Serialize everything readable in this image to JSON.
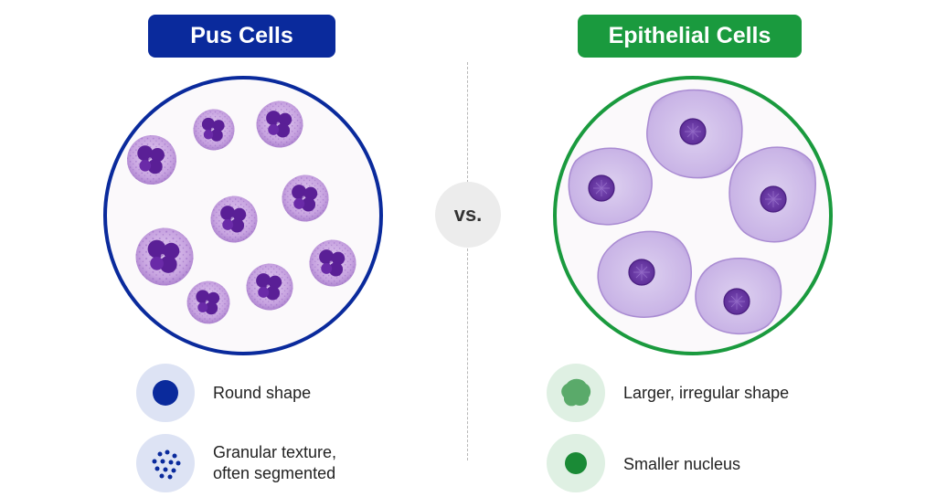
{
  "pus": {
    "title": "Pus Cells",
    "color": "#0a2a9c",
    "features": [
      {
        "icon": "solid-round-dot-icon",
        "label": "Round shape"
      },
      {
        "icon": "granular-dots-icon",
        "label_line1": "Granular texture,",
        "label_line2": "often segmented"
      }
    ]
  },
  "divider": {
    "vs_label": "vs."
  },
  "epithelial": {
    "title": "Epithelial Cells",
    "color": "#1a9a3e",
    "features": [
      {
        "icon": "irregular-blob-icon",
        "label": "Larger, irregular shape"
      },
      {
        "icon": "small-nucleus-icon",
        "label": "Smaller nucleus"
      }
    ]
  }
}
